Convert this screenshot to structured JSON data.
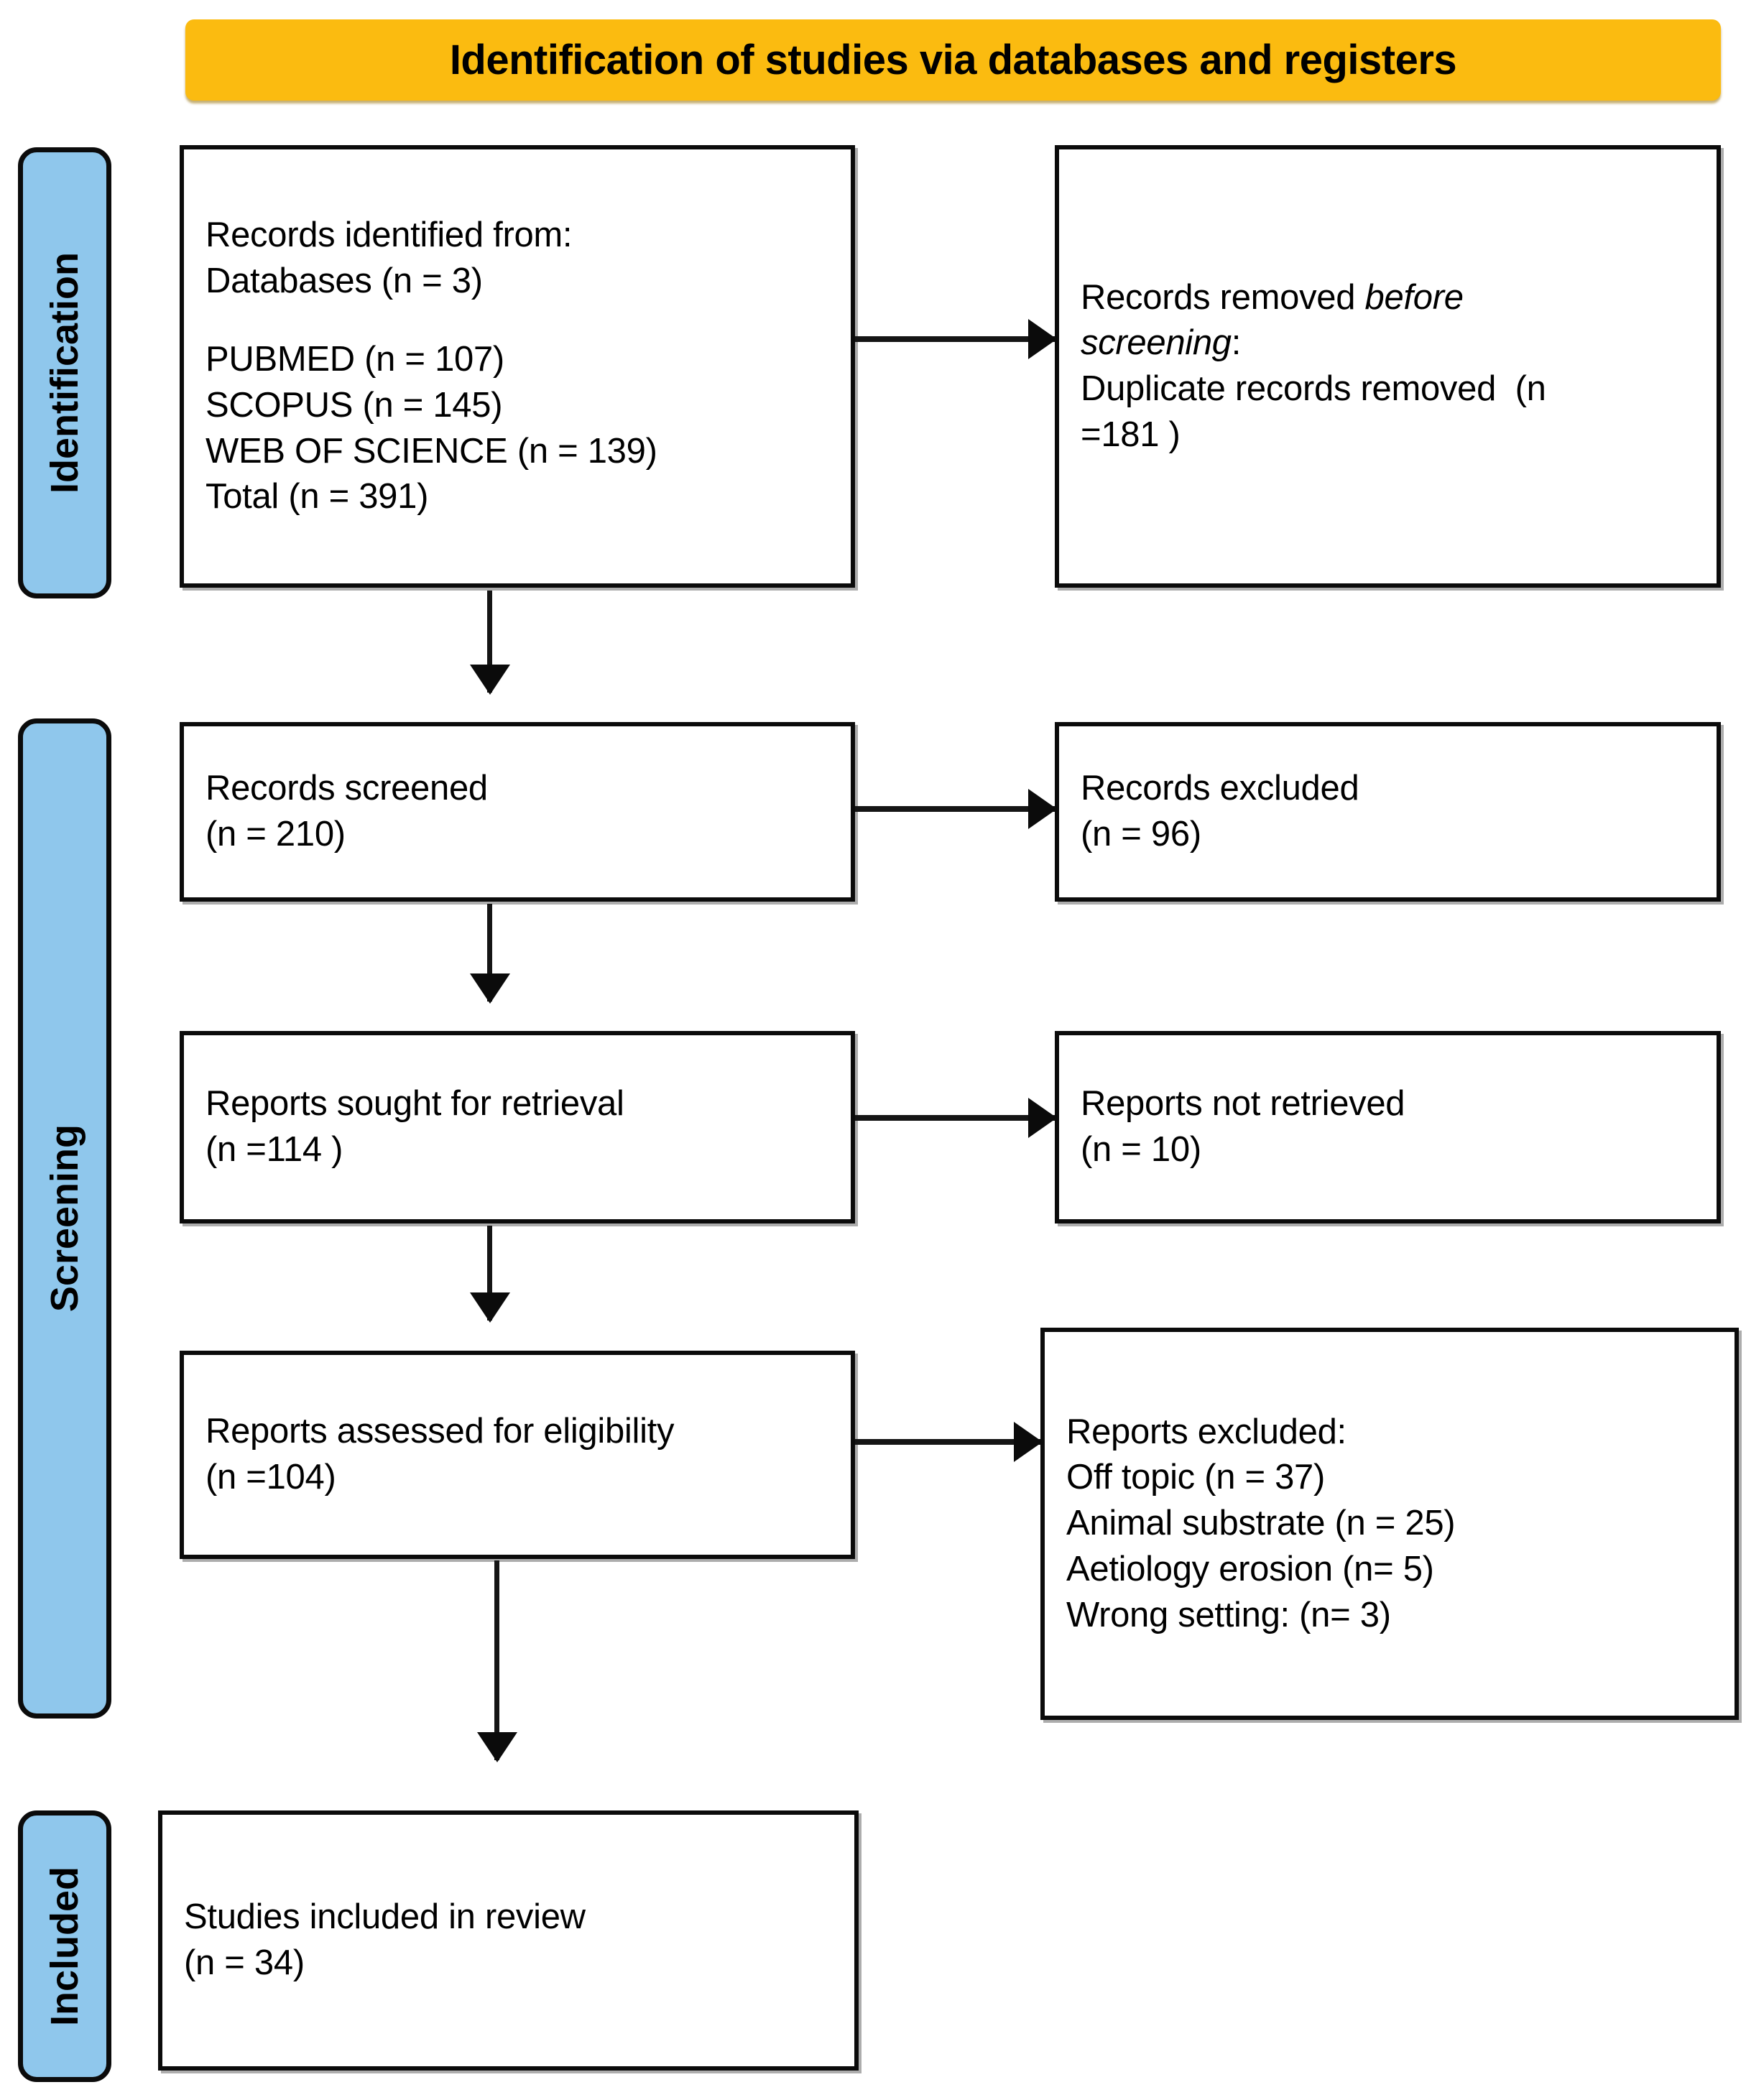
{
  "banner": {
    "title": "Identification of studies via databases and registers"
  },
  "stages": {
    "identification": "Identification",
    "screening": "Screening",
    "included": "Included"
  },
  "colors": {
    "banner_bg": "#FBBB10",
    "stage_pill_bg": "#8FC7EC",
    "box_border": "#0B0B0B",
    "text": "#000000",
    "page_bg": "#FFFFFF"
  },
  "boxes": {
    "records_identified": {
      "l1": "Records identified from:",
      "l2": "Databases (n = 3)",
      "l3": "PUBMED (n = 107)",
      "l4": "SCOPUS (n = 145)",
      "l5": "WEB OF SCIENCE (n = 139)",
      "l6": "Total (n = 391)"
    },
    "records_removed": {
      "l1_pre": "Records removed ",
      "l1_em": "before",
      "l2_em": "screening",
      "l2_post": ":",
      "l3": "Duplicate records removed  (n",
      "l4": "=181 )"
    },
    "records_screened": {
      "l1": "Records screened",
      "l2": "(n = 210)"
    },
    "records_excluded": {
      "l1": "Records excluded",
      "l2": "(n = 96)"
    },
    "reports_sought": {
      "l1": "Reports sought for retrieval",
      "l2": "(n =114 )"
    },
    "reports_not_retrieved": {
      "l1": "Reports not retrieved",
      "l2": "(n = 10)"
    },
    "reports_assessed": {
      "l1": "Reports assessed for eligibility",
      "l2": "(n =104)"
    },
    "reports_excluded": {
      "l1": "Reports excluded:",
      "l2": "Off topic (n = 37)",
      "l3": "Animal substrate (n = 25)",
      "l4": "Aetiology erosion (n= 5)",
      "l5": "Wrong setting: (n= 3)"
    },
    "studies_included": {
      "l1": "Studies included in review",
      "l2": "(n = 34)"
    }
  },
  "chart_data": {
    "type": "flowchart",
    "title": "Identification of studies via databases and registers",
    "stages": [
      "Identification",
      "Screening",
      "Included"
    ],
    "nodes": [
      {
        "id": "records_identified",
        "stage": "Identification",
        "label": "Records identified from: Databases (n = 3)",
        "sources": [
          {
            "name": "PUBMED",
            "n": 107
          },
          {
            "name": "SCOPUS",
            "n": 145
          },
          {
            "name": "WEB OF SCIENCE",
            "n": 139
          }
        ],
        "databases": 3,
        "total": 391
      },
      {
        "id": "records_removed",
        "stage": "Identification",
        "label": "Records removed before screening: Duplicate records removed",
        "n": 181
      },
      {
        "id": "records_screened",
        "stage": "Screening",
        "label": "Records screened",
        "n": 210
      },
      {
        "id": "records_excluded",
        "stage": "Screening",
        "label": "Records excluded",
        "n": 96
      },
      {
        "id": "reports_sought",
        "stage": "Screening",
        "label": "Reports sought for retrieval",
        "n": 114
      },
      {
        "id": "reports_not_retrieved",
        "stage": "Screening",
        "label": "Reports not retrieved",
        "n": 10
      },
      {
        "id": "reports_assessed",
        "stage": "Screening",
        "label": "Reports assessed for eligibility",
        "n": 104
      },
      {
        "id": "reports_excluded",
        "stage": "Screening",
        "label": "Reports excluded",
        "reasons": [
          {
            "reason": "Off topic",
            "n": 37
          },
          {
            "reason": "Animal substrate",
            "n": 25
          },
          {
            "reason": "Aetiology erosion",
            "n": 5
          },
          {
            "reason": "Wrong setting",
            "n": 3
          }
        ]
      },
      {
        "id": "studies_included",
        "stage": "Included",
        "label": "Studies included in review",
        "n": 34
      }
    ],
    "edges": [
      {
        "from": "records_identified",
        "to": "records_removed",
        "direction": "right"
      },
      {
        "from": "records_identified",
        "to": "records_screened",
        "direction": "down"
      },
      {
        "from": "records_screened",
        "to": "records_excluded",
        "direction": "right"
      },
      {
        "from": "records_screened",
        "to": "reports_sought",
        "direction": "down"
      },
      {
        "from": "reports_sought",
        "to": "reports_not_retrieved",
        "direction": "right"
      },
      {
        "from": "reports_sought",
        "to": "reports_assessed",
        "direction": "down"
      },
      {
        "from": "reports_assessed",
        "to": "reports_excluded",
        "direction": "right"
      },
      {
        "from": "reports_assessed",
        "to": "studies_included",
        "direction": "down"
      }
    ]
  }
}
